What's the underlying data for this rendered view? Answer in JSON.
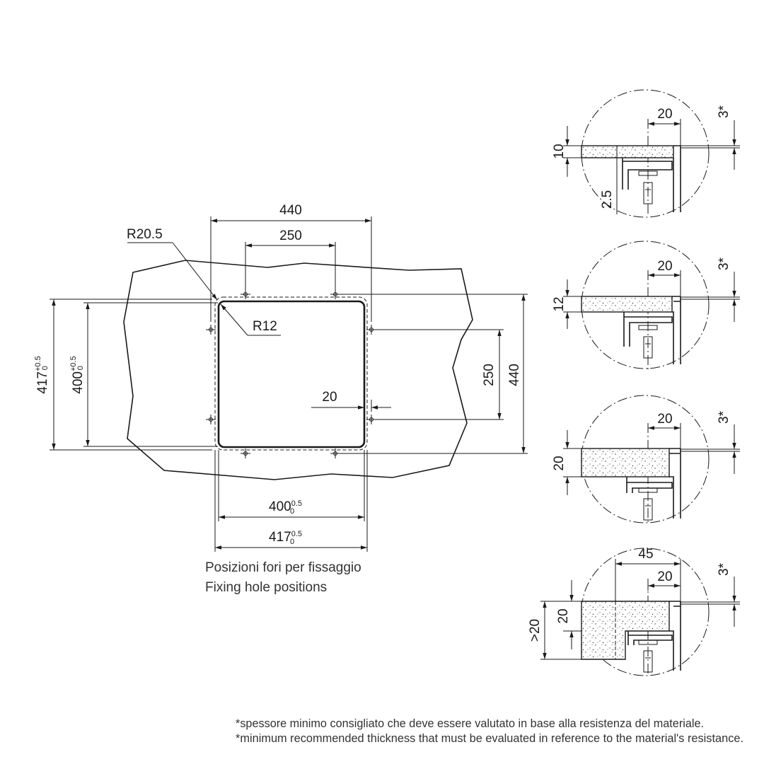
{
  "plan": {
    "dim_overall_width": "440",
    "dim_hole_spacing_h": "250",
    "radius_outer": "R20.5",
    "radius_inner": "R12",
    "dim_outer_height_value": "417",
    "dim_inner_height_value": "400",
    "dim_hole_spacing_v": "250",
    "dim_overall_height": "440",
    "dim_offset": "20",
    "dim_inner_width_value": "400",
    "dim_outer_width_value": "417",
    "tolerance_upper": "+0.5",
    "tolerance_lower": "0",
    "tolerance_upper_short": "0.5",
    "caption_it": "Posizioni fori per fissaggio",
    "caption_en": "Fixing hole positions"
  },
  "details": [
    {
      "thickness": "10",
      "overhang": "20",
      "min_mark": "3*",
      "gap": "2.5"
    },
    {
      "thickness": "12",
      "overhang": "20",
      "min_mark": "3*"
    },
    {
      "thickness": "20",
      "overhang": "20",
      "min_mark": "3*"
    },
    {
      "thickness": "20",
      "overhang": "20",
      "overhang_total": "45",
      "min_mark": "3*",
      "total_thickness": ">20"
    }
  ],
  "notes": {
    "it": "*spessore minimo consigliato che deve essere valutato in base alla resistenza del materiale.",
    "en": "*minimum recommended thickness that must be evaluated in reference to the material's resistance."
  }
}
